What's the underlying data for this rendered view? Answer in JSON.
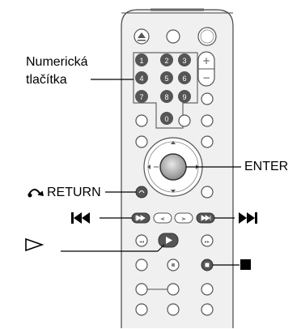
{
  "callouts": {
    "numeric_line1": "Numerická",
    "numeric_line2": "tlačítka",
    "enter": "ENTER",
    "return": "RETURN"
  },
  "digits": [
    "1",
    "2",
    "3",
    "4",
    "5",
    "6",
    "7",
    "8",
    "9",
    "0"
  ],
  "icons": [
    "eject-icon",
    "return-icon",
    "prev-icon",
    "next-icon",
    "play-icon",
    "stop-icon"
  ],
  "colors": {
    "remote_body": "#f0f0f0",
    "button_dark": "#555555",
    "button_light": "#ffffff"
  }
}
